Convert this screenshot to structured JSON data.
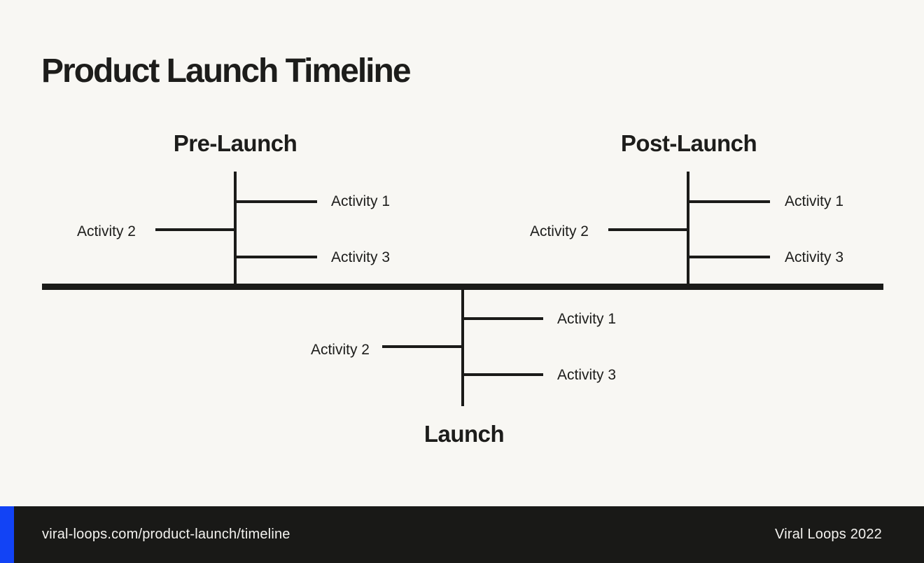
{
  "page": {
    "title": "Product Launch Timeline",
    "background_color": "#f8f7f3",
    "ink_color": "#1b1b19"
  },
  "diagram": {
    "phases": [
      {
        "label": "Pre-Launch",
        "position": "above-timeline",
        "activities": [
          "Activity 1",
          "Activity 2",
          "Activity 3"
        ]
      },
      {
        "label": "Launch",
        "position": "below-timeline",
        "activities": [
          "Activity 1",
          "Activity 2",
          "Activity 3"
        ]
      },
      {
        "label": "Post-Launch",
        "position": "above-timeline",
        "activities": [
          "Activity 1",
          "Activity 2",
          "Activity 3"
        ]
      }
    ]
  },
  "footer": {
    "url": "viral-loops.com/product-launch/timeline",
    "credit": "Viral Loops 2022",
    "background_color": "#191917",
    "accent_color": "#1243f5",
    "text_color": "#f4f3f0"
  }
}
